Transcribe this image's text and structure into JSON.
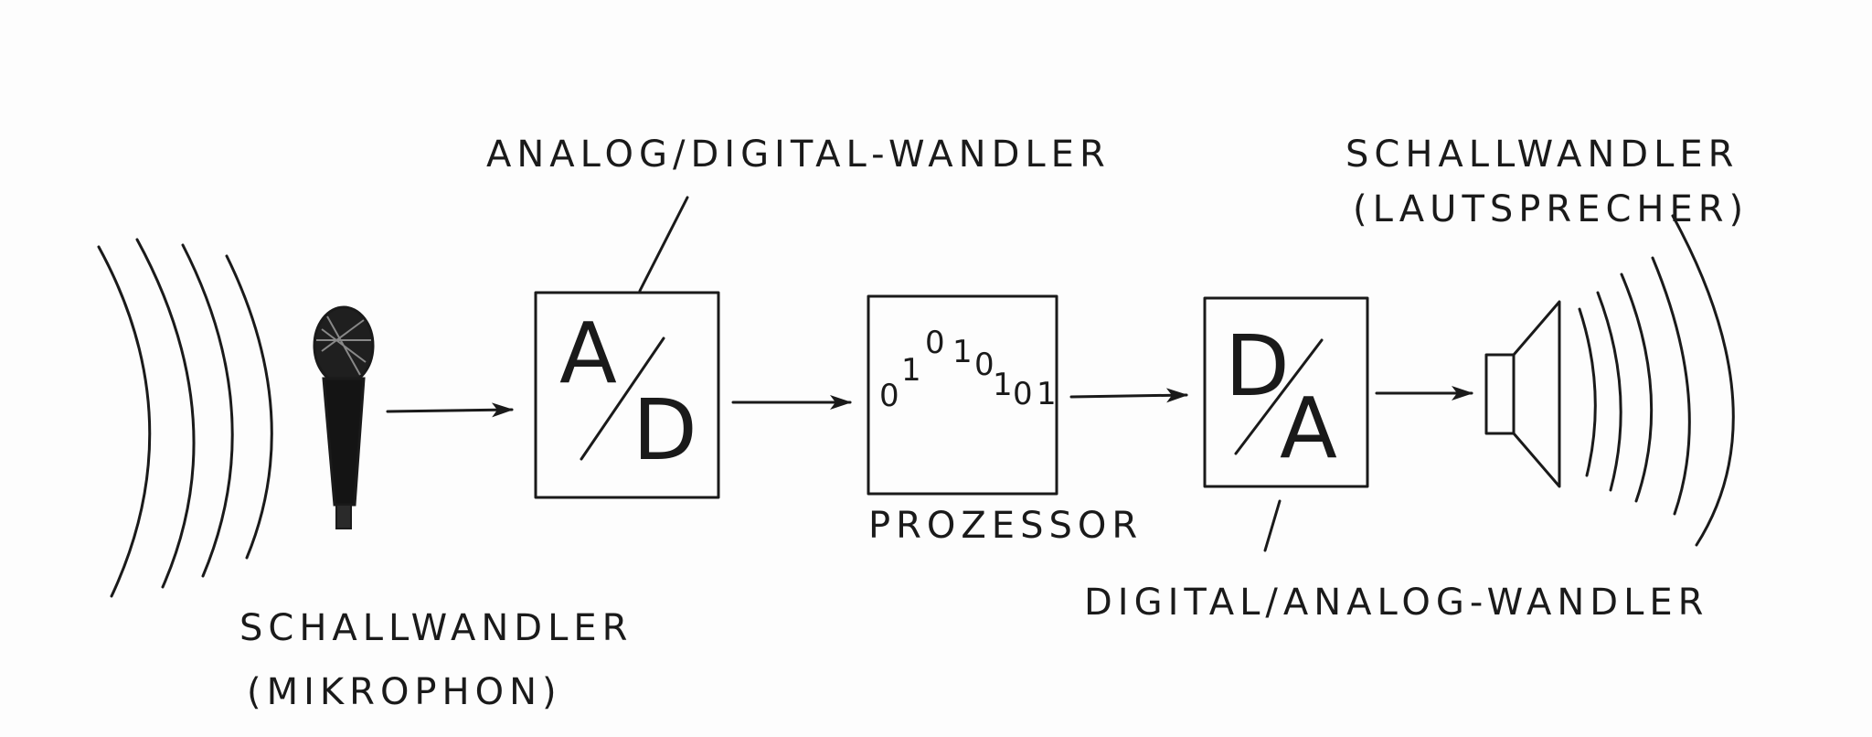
{
  "labels": {
    "ad_converter": "ANALOG/DIGITAL-WANDLER",
    "microphone_line1": "SCHALLWANDLER",
    "microphone_line2": "(MIKROPHON)",
    "processor": "PROZESSOR",
    "da_converter": "DIGITAL/ANALOG-WANDLER",
    "speaker_line1": "SCHALLWANDLER",
    "speaker_line2": "(LAUTSPRECHER)"
  },
  "ad_box": {
    "top_letter": "A",
    "bottom_letter": "D"
  },
  "da_box": {
    "top_letter": "D",
    "bottom_letter": "A"
  },
  "processor_bits": [
    "0",
    "1",
    "0",
    "1",
    "0",
    "1",
    "0",
    "1"
  ],
  "icons": {
    "microphone": "microphone-icon",
    "speaker": "speaker-icon"
  },
  "colors": {
    "ink": "#1a1a1a",
    "paper": "#fdfdfd"
  }
}
